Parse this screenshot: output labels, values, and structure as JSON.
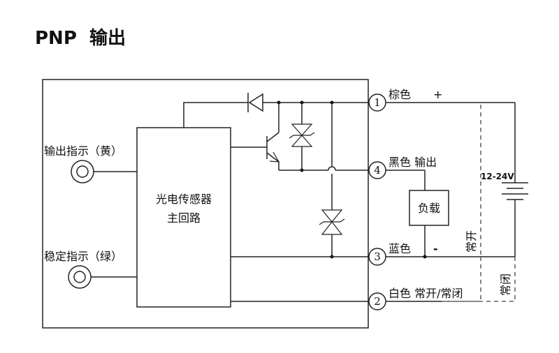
{
  "title": "PNP  输出",
  "indicators": {
    "output": "输出指示（黄）",
    "stable": "稳定指示（绿）"
  },
  "main_circuit": {
    "line1": "光电传感器",
    "line2": "主回路"
  },
  "pins": {
    "p1": "1",
    "p4": "4",
    "p3": "3",
    "p2": "2"
  },
  "wires": {
    "brown": "棕色",
    "brown_sign": "+",
    "black": "黑色  输出",
    "blue": "蓝色",
    "blue_sign": "-",
    "white": "白色 常开/常闭"
  },
  "load": "负载",
  "supply": "12-24V",
  "modes": {
    "normally_open": "常开",
    "normally_closed": "常闭"
  }
}
